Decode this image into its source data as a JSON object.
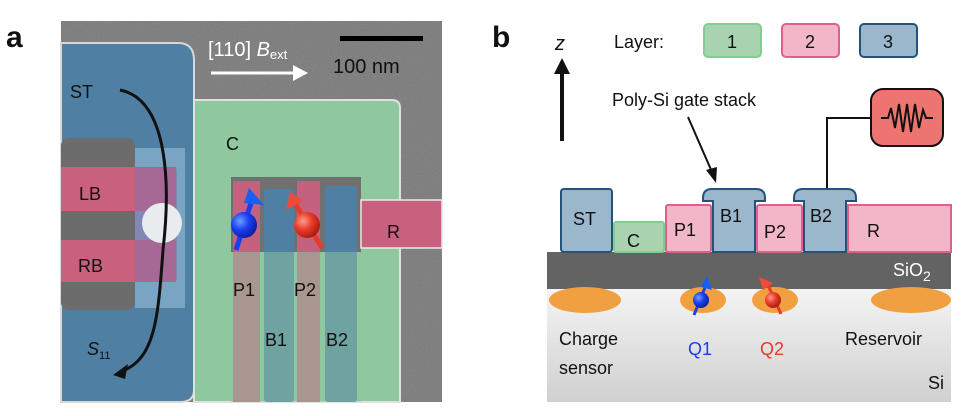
{
  "panel_a": {
    "letter": "a",
    "field_label": "[110] ",
    "field_symbol": "B",
    "field_subscript": "ext",
    "scale_bar_label": "100 nm",
    "gates": {
      "st": "ST",
      "lb": "LB",
      "rb": "RB",
      "c": "C",
      "p1": "P1",
      "p2": "P2",
      "b1": "B1",
      "b2": "B2",
      "r": "R"
    },
    "s11_symbol": "S",
    "s11_subscript": "11",
    "colors": {
      "layer1_green": "#8fc79f",
      "layer2_pink": "#c8607e",
      "layer3_blue": "#4f7fa3",
      "spin_up_blue": "#1a3ef0",
      "spin_red": "#e83a2a"
    }
  },
  "panel_b": {
    "letter": "b",
    "axis_label": "z",
    "legend_title": "Layer:",
    "legend": [
      {
        "label": "1",
        "fill": "#a8d2b0",
        "stroke": "#7fcf8f"
      },
      {
        "label": "2",
        "fill": "#f2b6c8",
        "stroke": "#e0608a"
      },
      {
        "label": "3",
        "fill": "#9ab7cc",
        "stroke": "#24527a"
      }
    ],
    "annotation": "Poly-Si gate stack",
    "gates": {
      "st": "ST",
      "c": "C",
      "p1": "P1",
      "b1": "B1",
      "p2": "P2",
      "b2": "B2",
      "r": "R"
    },
    "oxide_label": "SiO",
    "oxide_subscript": "2",
    "substrate_label": "Si",
    "charge_sensor_line1": "Charge",
    "charge_sensor_line2": "sensor",
    "q1_label": "Q1",
    "q2_label": "Q2",
    "reservoir_label": "Reservoir",
    "colors": {
      "oxide": "#636363",
      "dot": "#f0a040",
      "signal_box": "#ee7472",
      "q1": "#1a3ef0",
      "q2": "#e83a2a"
    }
  }
}
